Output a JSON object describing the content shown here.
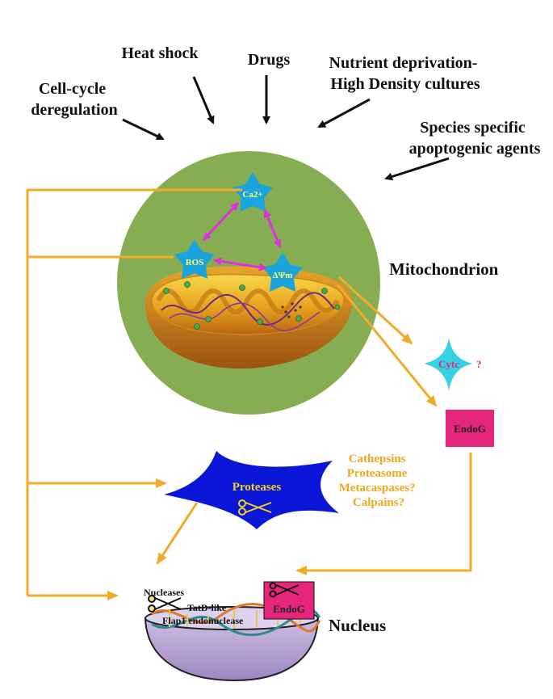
{
  "stimuli": {
    "cell_cycle": [
      "Cell-cycle",
      "deregulation"
    ],
    "heat_shock": "Heat shock",
    "drugs": "Drugs",
    "nutrient": [
      "Nutrient deprivation-",
      "High Density cultures"
    ],
    "species": [
      "Species specific",
      "apoptogenic agents"
    ]
  },
  "mitochondrion": {
    "label": "Mitochondrion",
    "ca_label": "Ca2+",
    "ros_label": "ROS",
    "dpsi_label": "ΔΨm"
  },
  "cytc": {
    "label": "Cytc",
    "question": "?"
  },
  "endog": {
    "label": "EndoG"
  },
  "proteases": {
    "label": "Proteases",
    "list": [
      "Cathepsins",
      "Proteasome",
      "Metacaspases?",
      "Calpains?"
    ]
  },
  "nucleus": {
    "label": "Nucleus",
    "nucleases": "Nucleases",
    "tatd": "TatD-like",
    "flap": "Flap1 endonuclease",
    "endog": "EndoG"
  },
  "colors": {
    "arrow_orange": "#f0ac28",
    "circle_green": "#86ad52",
    "star_cyan": "#1ba3dc",
    "magenta": "#dd33dd",
    "endog_pink": "#e6267a",
    "protease_blue": "#0a16d8",
    "cytc_cyan": "#33d3e3",
    "nucleus_lavender": "#b8a4d4"
  }
}
